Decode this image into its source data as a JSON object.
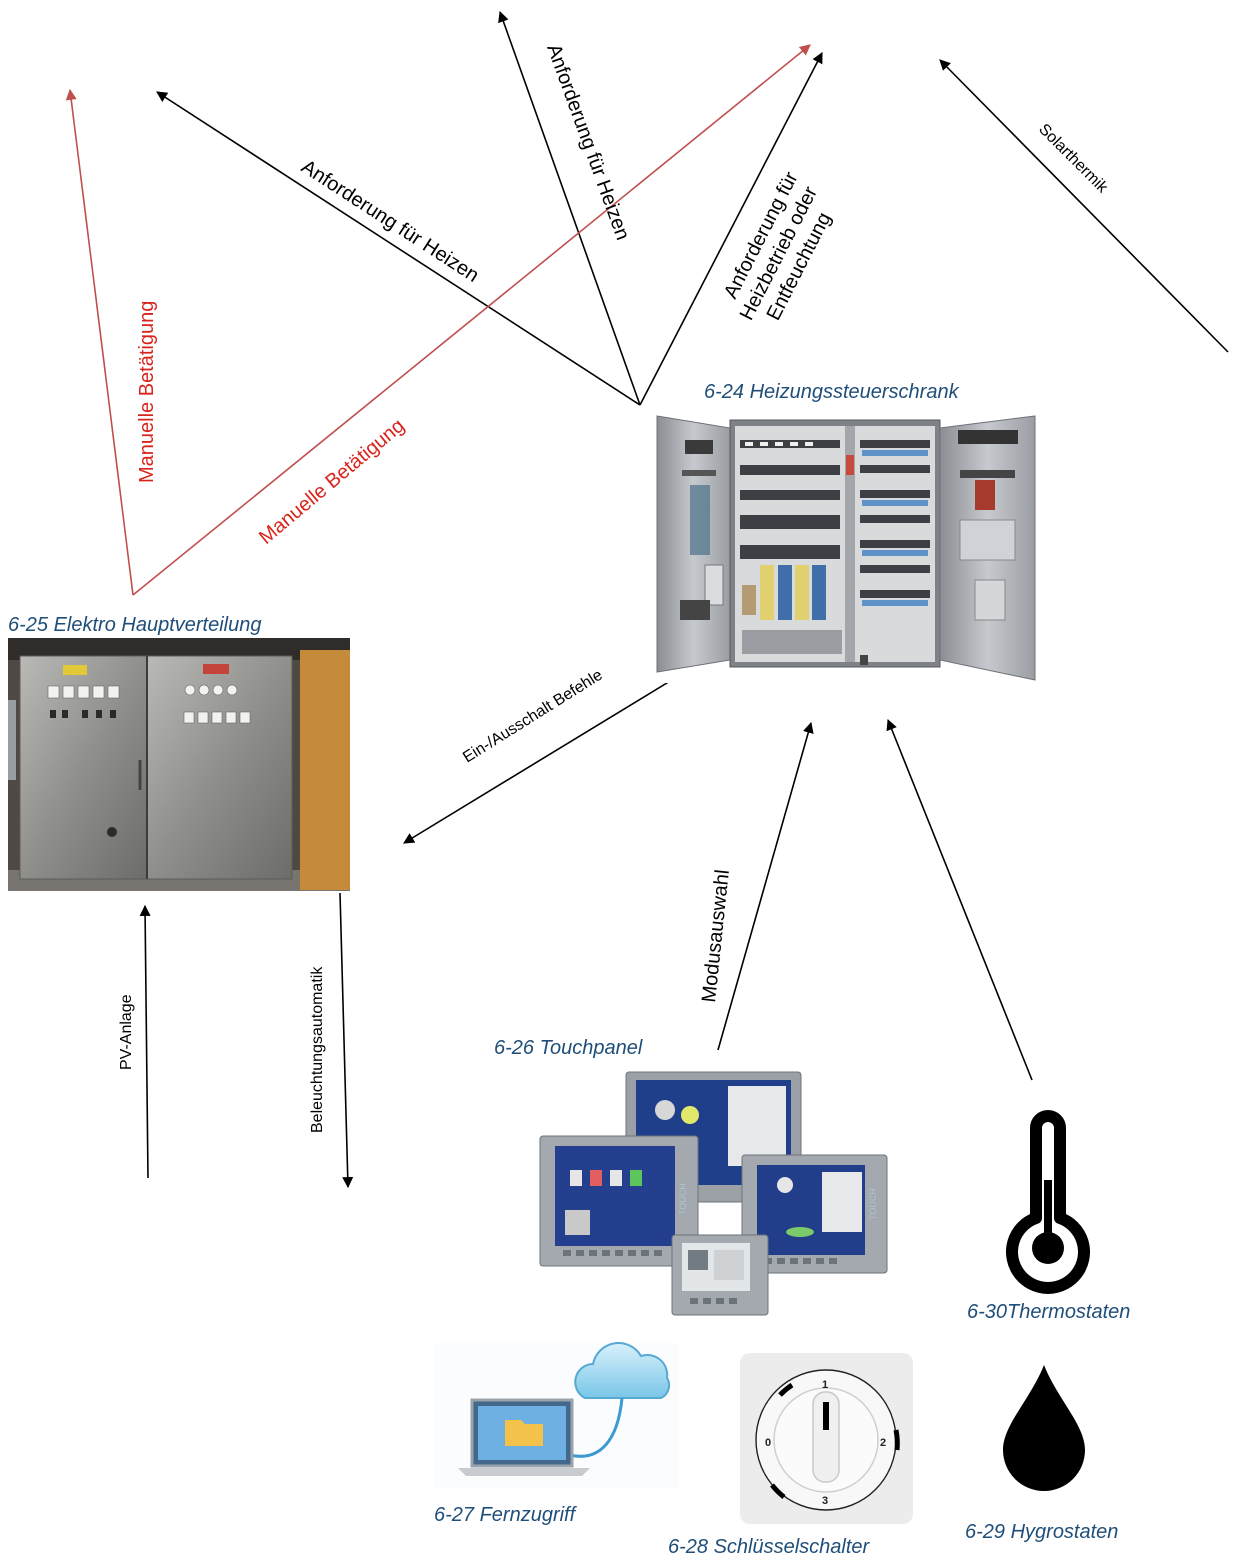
{
  "colors": {
    "caption": "#1f4e79",
    "arrow_black": "#000000",
    "arrow_red": "#c0504d",
    "label_red": "#d9241c"
  },
  "components": {
    "heating_cabinet": {
      "caption": "6-24 Heizungssteuerschrank",
      "icon": "heating-control-cabinet-photo"
    },
    "main_distribution": {
      "caption": "6-25 Elektro Hauptverteilung",
      "icon": "main-electrical-distribution-photo"
    },
    "touchpanel": {
      "caption": "6-26 Touchpanel",
      "icon": "touch-panels-photo"
    },
    "remote_access": {
      "caption": "6-27 Fernzugriff",
      "icon": "laptop-cloud-icon"
    },
    "key_switch": {
      "caption": "6-28 Schlüsselschalter",
      "icon": "key-switch-icon",
      "positions": [
        "0",
        "1",
        "2",
        "3"
      ]
    },
    "hygrostats": {
      "caption": "6-29 Hygrostaten",
      "icon": "water-drop-icon"
    },
    "thermostats": {
      "caption": "6-30Thermostaten",
      "icon": "thermometer-icon"
    }
  },
  "arrows": {
    "heat_request_left": "Anforderung für Heizen",
    "heat_request_up": "Anforderung für Heizen",
    "heat_or_dehumid_line1": "Anforderung für",
    "heat_or_dehumid_line2": "Heizbetrieb oder",
    "heat_or_dehumid_line3": "Entfeuchtung",
    "solar": "Solarthermik",
    "manual_vertical": "Manuelle Betätigung",
    "manual_diagonal": "Manuelle Betätigung",
    "on_off_commands": "Ein-/Ausschalt Befehle",
    "mode_select": "Modusauswahl",
    "pv": "PV-Anlage",
    "lighting": "Beleuchtungsautomatik"
  },
  "touch_word": "TOUCH"
}
